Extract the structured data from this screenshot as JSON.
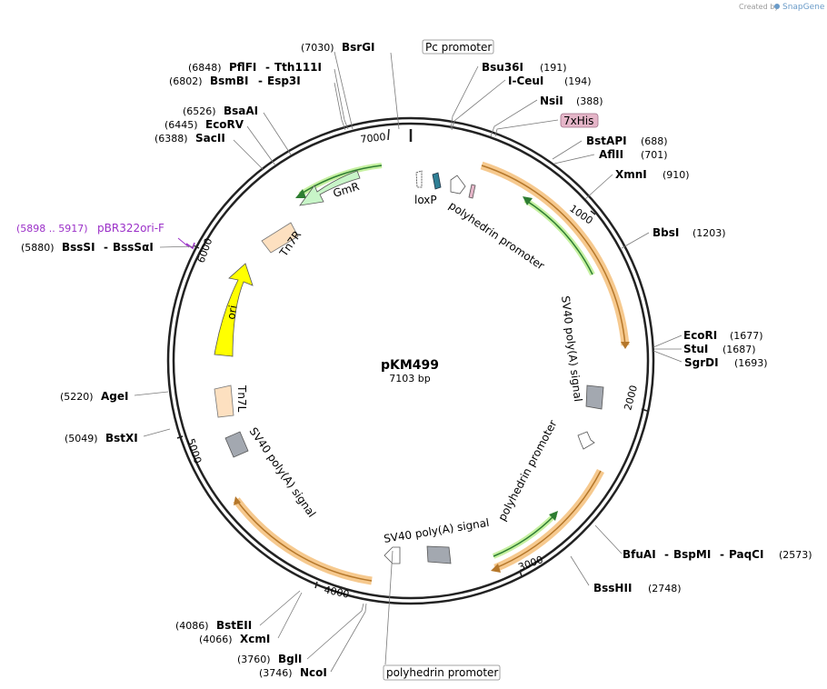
{
  "plasmid": {
    "name": "pKM499",
    "length_label": "7103 bp"
  },
  "credit": {
    "prefix": "Created by",
    "brand": "SnapGene"
  },
  "ticks": [
    "1000",
    "2000",
    "3000",
    "4000",
    "5000",
    "6000",
    "7000"
  ],
  "sites": [
    {
      "name": "BsrGI",
      "pos": "(7030)"
    },
    {
      "name": "PflFI",
      "alt": "Tth111I",
      "pos": "(6848)"
    },
    {
      "name": "BsmBI",
      "alt": "Esp3I",
      "pos": "(6802)"
    },
    {
      "name": "BsaAI",
      "pos": "(6526)"
    },
    {
      "name": "EcoRV",
      "pos": "(6445)"
    },
    {
      "name": "SacII",
      "pos": "(6388)"
    },
    {
      "name": "BssSI",
      "alt": "BssSαI",
      "pos": "(5880)"
    },
    {
      "name": "AgeI",
      "pos": "(5220)"
    },
    {
      "name": "BstXI",
      "pos": "(5049)"
    },
    {
      "name": "BstEII",
      "pos": "(4086)"
    },
    {
      "name": "XcmI",
      "pos": "(4066)"
    },
    {
      "name": "BglI",
      "pos": "(3760)"
    },
    {
      "name": "NcoI",
      "pos": "(3746)"
    },
    {
      "name": "Bsu36I",
      "pos": "(191)"
    },
    {
      "name": "I-CeuI",
      "pos": "(194)"
    },
    {
      "name": "NsiI",
      "pos": "(388)"
    },
    {
      "name": "BstAPI",
      "pos": "(688)"
    },
    {
      "name": "AflII",
      "pos": "(701)"
    },
    {
      "name": "XmnI",
      "pos": "(910)"
    },
    {
      "name": "BbsI",
      "pos": "(1203)"
    },
    {
      "name": "EcoRI",
      "pos": "(1677)"
    },
    {
      "name": "StuI",
      "pos": "(1687)"
    },
    {
      "name": "SgrDI",
      "pos": "(1693)"
    },
    {
      "name": "BfuAI",
      "alt": "BspMI",
      "alt2": "PaqCI",
      "pos": "(2573)"
    },
    {
      "name": "BssHII",
      "pos": "(2748)"
    }
  ],
  "primer": {
    "range": "(5898 .. 5917)",
    "name": "pBR322ori-F"
  },
  "boxed_features": [
    {
      "label": "Pc promoter"
    },
    {
      "label": "7xHis"
    },
    {
      "label": "polyhedrin promoter"
    }
  ],
  "features": [
    {
      "label": "GmR"
    },
    {
      "label": "Tn7R"
    },
    {
      "label": "ori"
    },
    {
      "label": "Tn7L"
    },
    {
      "label": "SV40 poly(A) signal"
    },
    {
      "label": "SV40 poly(A) signal"
    },
    {
      "label": "SV40 poly(A) signal"
    },
    {
      "label": "polyhedrin promoter"
    },
    {
      "label": "polyhedrin promoter"
    },
    {
      "label": "loxP"
    }
  ],
  "colors": {
    "backbone": "#222222",
    "orf_orange": "#f6c98e",
    "orf_orange_stroke": "#b5772a",
    "gmr_green": "#c8f5c8",
    "gmr_stroke": "#2e7d32",
    "ori_yellow": "#ffff00",
    "tn7": "#fde0c0",
    "polya_gray": "#a3a8b0",
    "promoter_white": "#ffffff",
    "lox_blue": "#2f7f95",
    "his_pink": "#e5b5c8",
    "primer_purple": "#9b30c8"
  }
}
